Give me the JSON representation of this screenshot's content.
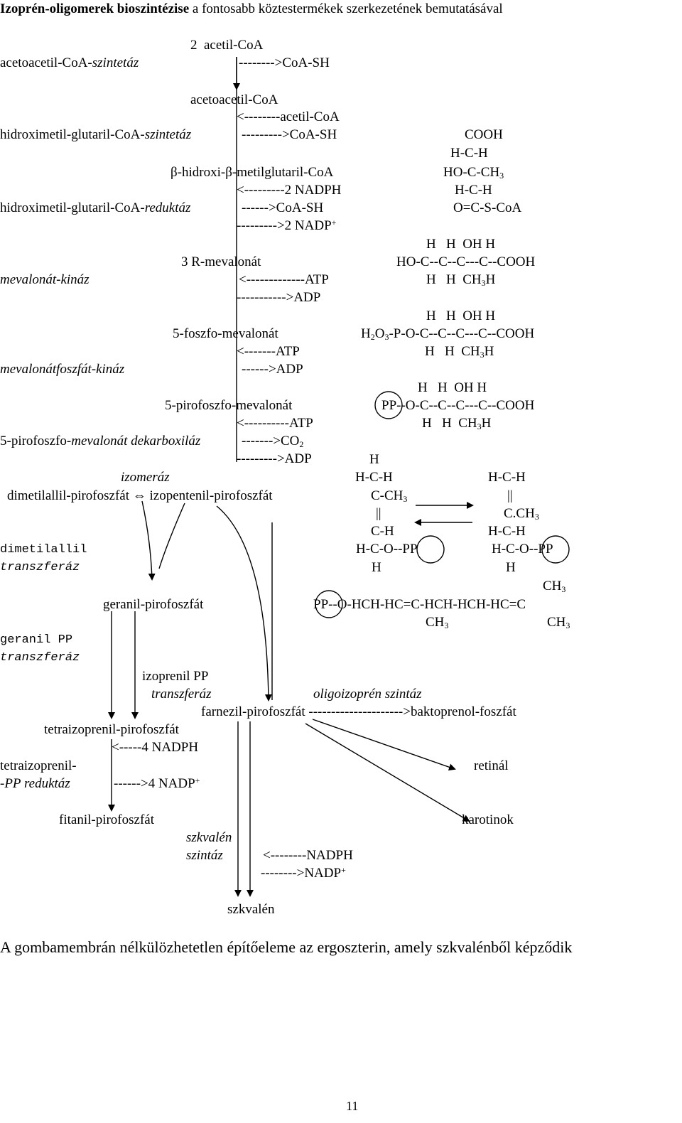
{
  "title": {
    "bold": "Izoprén-oligomerek bioszintézise",
    "rest": " a fontosabb köztestermékek szerkezetének bemutatásával"
  },
  "pathway": {
    "acetyl": "2  acetil-CoA",
    "enz1_a": "acetoacetil-CoA-",
    "enz1_b": "szintetáz",
    "r1_out": "-------->CoA-SH",
    "acetoacetyl": "acetoacetil-CoA",
    "r2_in": "<--------acetil-CoA",
    "enz2_a": "hidroximetil-glutaril-CoA-",
    "enz2_b": "szintetáz",
    "r2_out": "--------->CoA-SH",
    "hmg": "β-hidroxi-β-metilglutaril-CoA",
    "r3_in": "<---------2 NADPH",
    "enz3_a": "hidroximetil-glutaril-CoA-",
    "enz3_b": "reduktáz",
    "r3_out1": "------>CoA-SH",
    "r3_out2_a": "--------->2 NADP",
    "plus": "+",
    "mevalonate": "3 R-mevalonát",
    "enz4": "mevalonát-kináz",
    "r4_in": "<-------------ATP",
    "r4_out": "----------->ADP",
    "p_mevalonate": "5-foszfo-mevalonát",
    "r5_in": "<-------ATP",
    "enz5": "mevalonátfoszfát-kináz",
    "r5_out": "------>ADP",
    "pp_mevalonate": "5-pirofoszfo-mevalonát",
    "r6_in": "<----------ATP",
    "enz6_a": "5-pirofoszfo-",
    "enz6_b": "mevalonát dekarboxiláz",
    "r6_out1_a": "------->CO",
    "sub2": "2",
    "r6_out2": "--------->ADP",
    "isomerase": "izomeráz",
    "dmapp": "dimetilallil-pirofoszfát",
    "equil": "⇔",
    "ipp": "izopentenil-pirofoszfát",
    "enz7_a": "dimetilallil",
    "enz7_b": "transzferáz",
    "gpp": "geranil-pirofoszfát",
    "enz8_a": "geranil PP",
    "enz8_b": "transzferáz",
    "enz9_a": "izoprenil PP",
    "enz9_b": "transzferáz",
    "enz10": "oligoizoprén szintáz",
    "fpp": "farnezil-pirofoszfát",
    "fpp_arrow": " --------------------->baktoprenol-foszfát",
    "ttpp": "tetraizoprenil-pirofoszfát",
    "r11_in": "<-----4 NADPH",
    "enz11_a": "tetraizoprenil-",
    "enz11_b": "-PP reduktáz",
    "r11_out_a": "------>4 NADP",
    "retinal": "retinál",
    "fitanil": "fitanil-pirofoszfát",
    "carotenoids": "karotinok",
    "enz12_a": "szkvalén",
    "enz12_b": "szintáz",
    "r12_in": "<--------NADPH",
    "r12_out_a": "-------->NADP",
    "squalene": "szkvalén"
  },
  "structures": {
    "hmg_1": "COOH",
    "hmg_2": "H-C-H",
    "hmg_3_a": "HO-C-CH",
    "sub3": "3",
    "hmg_4": "H-C-H",
    "hmg_5": "O=C-S-CoA",
    "mev_top": "H   H  OH H",
    "mev_mid": "HO-C--C--C---C--COOH",
    "mev_bot_a": "H   H  CH",
    "mev_bot_b": "H",
    "pmev_top": "H   H  OH H",
    "pmev_mid_a": "H",
    "pmev_mid_b": "O",
    "pmev_mid_c": "-P-O-C--C--C---C--COOH",
    "pmev_bot_a": "H   H  CH",
    "pmev_bot_b": "H",
    "ppmev_top": "H   H  OH H",
    "ppmev_mid": "PP--O-C--C--C---C--COOH",
    "ppmev_bot_a": "H   H  CH",
    "ppmev_bot_b": "H",
    "ipp_1": "H",
    "ipp_2": "H-C-H",
    "ipp_3_a": "C-CH",
    "dbl": "||",
    "ipp_5": "C-H",
    "ipp_6": "H-C-O--PP",
    "ipp_7": "H",
    "dm_1": "H-C-H",
    "dm_3_a": "C.CH",
    "dm_4": "H-C-H",
    "dm_5": "H-C-O--PP",
    "dm_6": "H",
    "gpp_top_a": "CH",
    "gpp_mid": "PP--O-HCH-HC=C-HCH-HCH-HC=C",
    "gpp_bot1_a": "CH",
    "gpp_bot2_a": "CH"
  },
  "footer": {
    "note": "A gombamembrán nélkülözhetetlen építőeleme az ergoszterin, amely szkvalénből képződik",
    "page_number": "11"
  }
}
